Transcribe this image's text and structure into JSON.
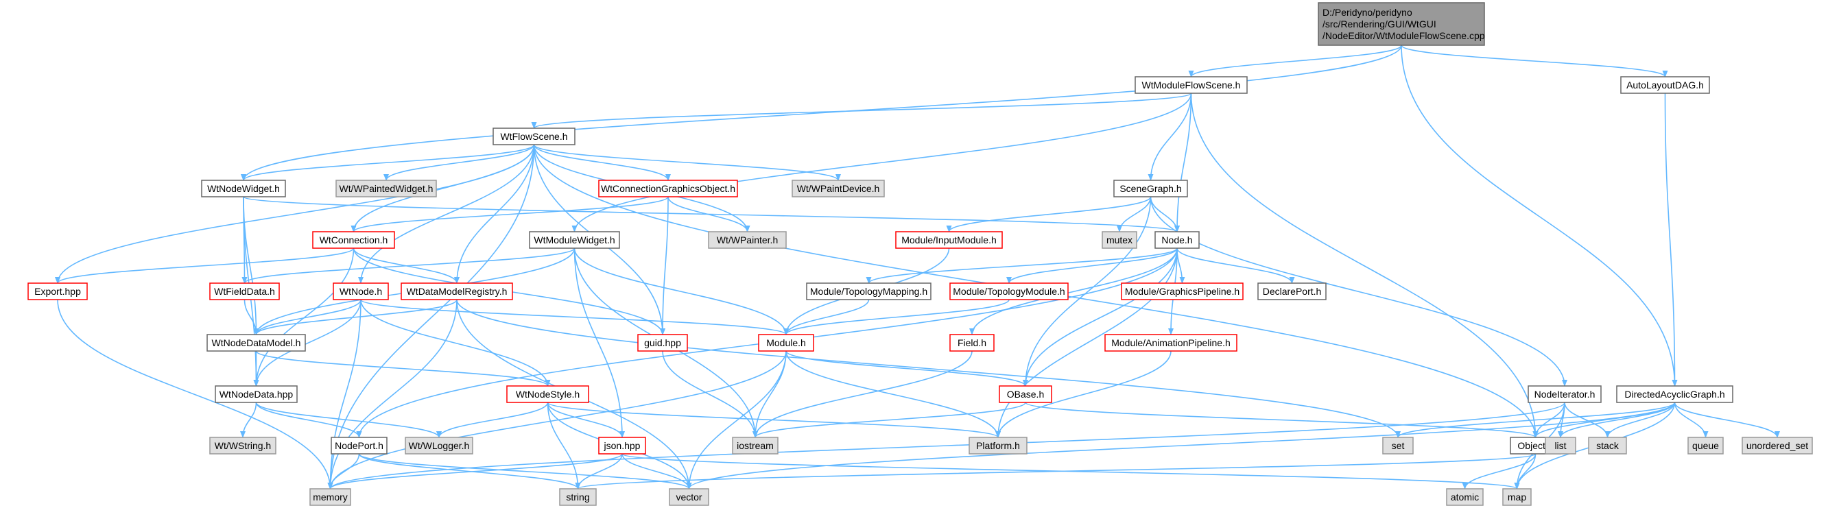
{
  "colors": {
    "edge": "#63b8ff",
    "root_fill": "#999999",
    "node_fill": "#ffffff",
    "external_fill": "#e0e0e0",
    "border_normal": "#666666",
    "border_red": "#ff0000",
    "border_gray": "#999999",
    "text": "#000000"
  },
  "nodes": {
    "root": {
      "lines": [
        "D:/Peridyno/peridyno",
        "/src/Rendering/GUI/WtGUI",
        "/NodeEditor/WtModuleFlowScene.cpp"
      ],
      "kind": "root"
    },
    "wtmodflow": {
      "lines": [
        "WtModuleFlowScene.h"
      ],
      "kind": "normal"
    },
    "autolayout": {
      "lines": [
        "AutoLayoutDAG.h"
      ],
      "kind": "normal"
    },
    "wtflow": {
      "lines": [
        "WtFlowScene.h"
      ],
      "kind": "normal"
    },
    "wtnodewidget": {
      "lines": [
        "WtNodeWidget.h"
      ],
      "kind": "normal"
    },
    "wtpaintedwidget": {
      "lines": [
        "Wt/WPaintedWidget.h"
      ],
      "kind": "external"
    },
    "wtconngo": {
      "lines": [
        "WtConnectionGraphicsObject.h"
      ],
      "kind": "red"
    },
    "wpaintdevice": {
      "lines": [
        "Wt/WPaintDevice.h"
      ],
      "kind": "external"
    },
    "scenegraph": {
      "lines": [
        "SceneGraph.h"
      ],
      "kind": "normal"
    },
    "wtconnection": {
      "lines": [
        "WtConnection.h"
      ],
      "kind": "red"
    },
    "wtmodwidget": {
      "lines": [
        "WtModuleWidget.h"
      ],
      "kind": "normal"
    },
    "wpainter": {
      "lines": [
        "Wt/WPainter.h"
      ],
      "kind": "external"
    },
    "inputmodule": {
      "lines": [
        "Module/InputModule.h"
      ],
      "kind": "red"
    },
    "mutex": {
      "lines": [
        "mutex"
      ],
      "kind": "external"
    },
    "nodeh": {
      "lines": [
        "Node.h"
      ],
      "kind": "normal"
    },
    "exporthpp": {
      "lines": [
        "Export.hpp"
      ],
      "kind": "red"
    },
    "wtfielddata": {
      "lines": [
        "WtFieldData.h"
      ],
      "kind": "red"
    },
    "wtnodeh": {
      "lines": [
        "WtNode.h"
      ],
      "kind": "red"
    },
    "wtdmreg": {
      "lines": [
        "WtDataModelRegistry.h"
      ],
      "kind": "red"
    },
    "topomapping": {
      "lines": [
        "Module/TopologyMapping.h"
      ],
      "kind": "normal"
    },
    "topomodule": {
      "lines": [
        "Module/TopologyModule.h"
      ],
      "kind": "red"
    },
    "graphicspipe": {
      "lines": [
        "Module/GraphicsPipeline.h"
      ],
      "kind": "red"
    },
    "declareport": {
      "lines": [
        "DeclarePort.h"
      ],
      "kind": "normal"
    },
    "wtnodedatamodel": {
      "lines": [
        "WtNodeDataModel.h"
      ],
      "kind": "normal"
    },
    "guidhpp": {
      "lines": [
        "guid.hpp"
      ],
      "kind": "red"
    },
    "moduleh": {
      "lines": [
        "Module.h"
      ],
      "kind": "red"
    },
    "fieldh": {
      "lines": [
        "Field.h"
      ],
      "kind": "red"
    },
    "animpipe": {
      "lines": [
        "Module/AnimationPipeline.h"
      ],
      "kind": "red"
    },
    "wtnodedatahpp": {
      "lines": [
        "WtNodeData.hpp"
      ],
      "kind": "normal"
    },
    "wtnodestyle": {
      "lines": [
        "WtNodeStyle.h"
      ],
      "kind": "red"
    },
    "obase": {
      "lines": [
        "OBase.h"
      ],
      "kind": "red"
    },
    "nodeiter": {
      "lines": [
        "NodeIterator.h"
      ],
      "kind": "normal"
    },
    "dag": {
      "lines": [
        "DirectedAcyclicGraph.h"
      ],
      "kind": "normal"
    },
    "wstring": {
      "lines": [
        "Wt/WString.h"
      ],
      "kind": "external"
    },
    "nodeport": {
      "lines": [
        "NodePort.h"
      ],
      "kind": "normal"
    },
    "wlogger": {
      "lines": [
        "Wt/WLogger.h"
      ],
      "kind": "external"
    },
    "jsonhpp": {
      "lines": [
        "json.hpp"
      ],
      "kind": "red"
    },
    "iostream": {
      "lines": [
        "iostream"
      ],
      "kind": "external"
    },
    "platform": {
      "lines": [
        "Platform.h"
      ],
      "kind": "external"
    },
    "set": {
      "lines": [
        "set"
      ],
      "kind": "external"
    },
    "objecth": {
      "lines": [
        "Object.h"
      ],
      "kind": "normal"
    },
    "list": {
      "lines": [
        "list"
      ],
      "kind": "external"
    },
    "stack": {
      "lines": [
        "stack"
      ],
      "kind": "external"
    },
    "queue": {
      "lines": [
        "queue"
      ],
      "kind": "external"
    },
    "unorderedset": {
      "lines": [
        "unordered_set"
      ],
      "kind": "external"
    },
    "memory": {
      "lines": [
        "memory"
      ],
      "kind": "external"
    },
    "string": {
      "lines": [
        "string"
      ],
      "kind": "external"
    },
    "vector": {
      "lines": [
        "vector"
      ],
      "kind": "external"
    },
    "atomic": {
      "lines": [
        "atomic"
      ],
      "kind": "external"
    },
    "map": {
      "lines": [
        "map"
      ],
      "kind": "external"
    }
  }
}
